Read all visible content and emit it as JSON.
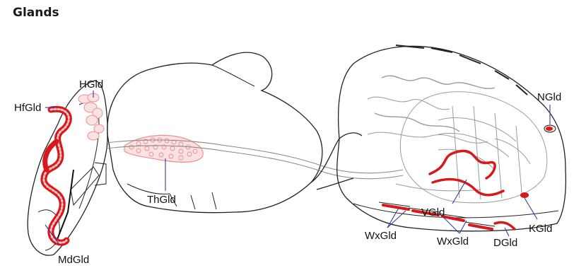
{
  "title": "Glands",
  "labels": {
    "hgld": "HGld",
    "hfgld": "HfGld",
    "thgld": "ThGld",
    "mdgld": "MdGld",
    "wxgld_a": "WxGld",
    "vgld": "VGld",
    "wxgld_b": "WxGld",
    "dgld": "DGld",
    "kgld": "KGld",
    "ngld": "NGld"
  },
  "colors": {
    "gland_red": "#d7191c",
    "gland_pink": "#f2a5a5",
    "outline": "#222222",
    "organ_gray": "#9a9a9a",
    "leader_blue": "#2c3e9f"
  }
}
